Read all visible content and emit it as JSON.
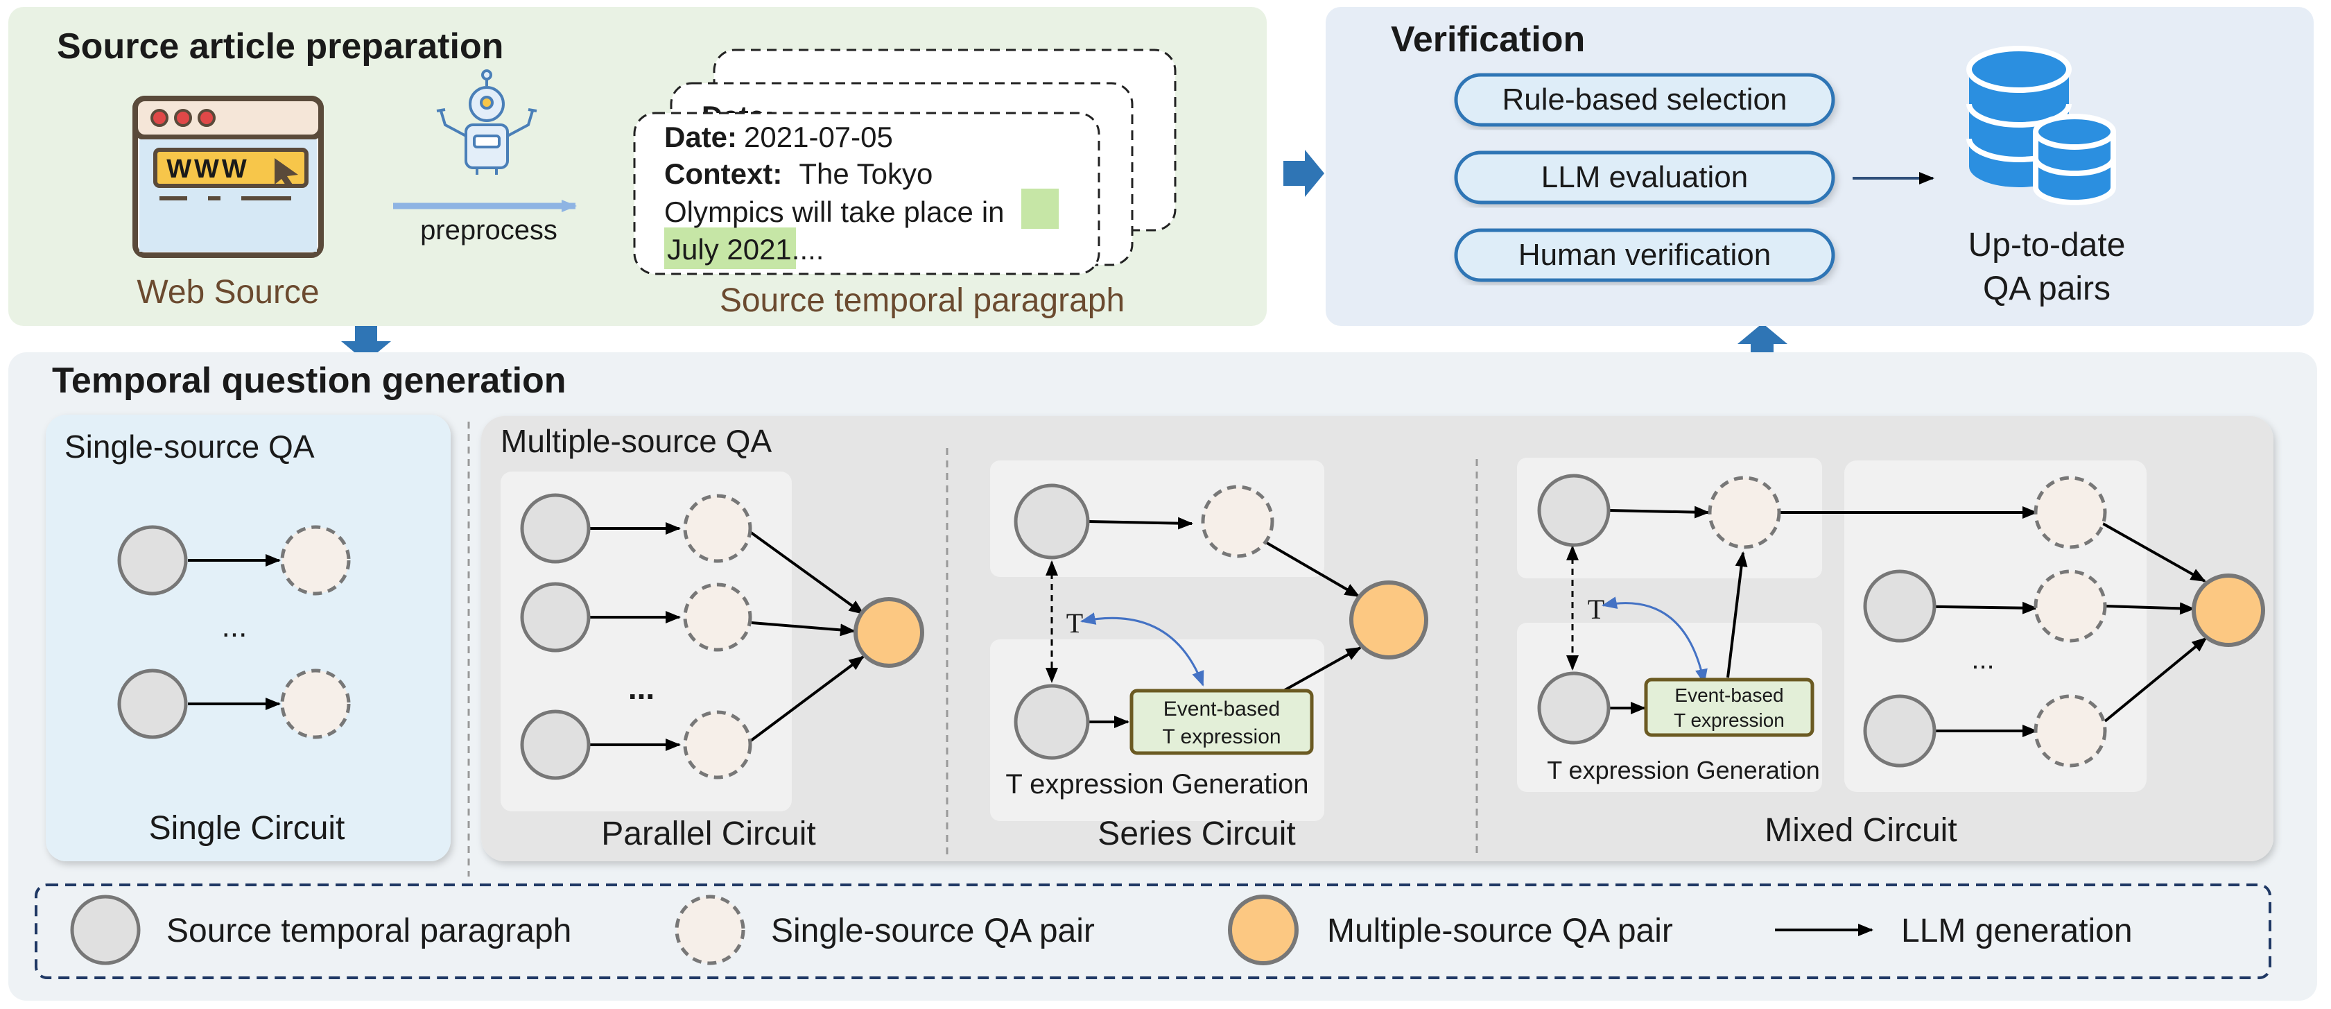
{
  "source_prep": {
    "title": "Source article preparation",
    "web_source_label": "Web Source",
    "browser_www": "WWW",
    "preprocess_label": "preprocess",
    "card": {
      "date_key": "Date:",
      "date_value": "2021-07-05",
      "context_key": "Context:",
      "context_line1": "The Tokyo",
      "context_line2a": "Olympics will take place",
      "context_highlight_a": "in",
      "context_highlight_b": "July 2021",
      "context_tail": "....",
      "ghost_text": "Date:"
    },
    "card_caption": "Source temporal paragraph"
  },
  "verification": {
    "title": "Verification",
    "steps": [
      "Rule-based selection",
      "LLM evaluation",
      "Human verification"
    ],
    "output_line1": "Up-to-date",
    "output_line2": "QA pairs"
  },
  "tqg": {
    "title": "Temporal question generation",
    "single_title": "Single-source QA",
    "single_ellipsis": "...",
    "single_caption": "Single Circuit",
    "multi_title": "Multiple-source QA",
    "parallel_ellipsis": "...",
    "parallel_caption": "Parallel Circuit",
    "series_caption": "Series Circuit",
    "mixed_caption": "Mixed Circuit",
    "mixed_ellipsis": "...",
    "t_symbol": "T",
    "event_box_line1": "Event-based",
    "event_box_line2": "T expression",
    "t_expr_generation": "T expression Generation"
  },
  "legend": {
    "source_paragraph": "Source temporal paragraph",
    "single_qa": "Single-source QA pair",
    "multi_qa": "Multiple-source QA pair",
    "llm_generation": "LLM generation"
  },
  "colors": {
    "source_panel": "#e9f2e4",
    "verify_panel": "#e6edf6",
    "tqg_panel": "#eef2f5",
    "single_panel": "#e3f0f8",
    "multi_panel": "#e5e5e5",
    "sub_panel": "#f1f1f1",
    "grey_node": "#e0e0e0",
    "dashed_node": "#f6efe9",
    "orange_node": "#fcc882",
    "blue_accent": "#2f75b5",
    "pill_fill": "#deedf8",
    "highlight": "#c6e6a6",
    "event_box": "#e3efd8"
  }
}
